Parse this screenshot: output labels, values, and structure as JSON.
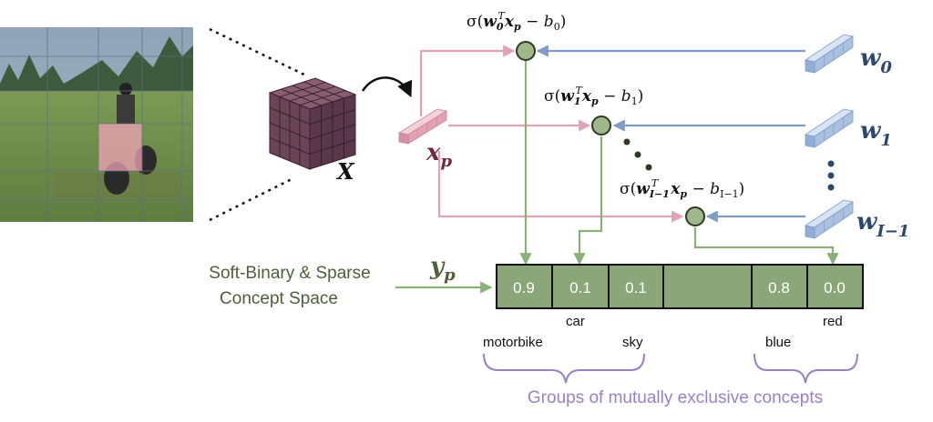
{
  "colors": {
    "pink": "#e2a2b4",
    "blue": "#7f9cc8",
    "green": "#8ab07a",
    "node_fill": "#9fb88a",
    "node_stroke": "#2d3a22",
    "cell_fill": "#8ba77a",
    "cube": "#6b4456",
    "navy": "#2c4770",
    "maroon": "#6b2a3d",
    "olive": "#4f5f3a",
    "purple": "#9b7fc7"
  },
  "image": {
    "description_icon": "motorbike-field-photo"
  },
  "labels": {
    "X": "X",
    "xp": "x",
    "xp_sub": "p",
    "yp": "y",
    "yp_sub": "p",
    "space_line1": "Soft-Binary & Sparse",
    "space_line2": "Concept Space",
    "groups_caption": "Groups of mutually exclusive concepts"
  },
  "weights": [
    {
      "name": "w",
      "sub": "0"
    },
    {
      "name": "w",
      "sub": "1"
    },
    {
      "name": "w",
      "sub": "I−1"
    }
  ],
  "formulas": [
    {
      "prefix": "σ(",
      "w": "w",
      "w_sub": "0",
      "sup": "T",
      "x": "x",
      "x_sub": "p",
      "minus": " − ",
      "b": "b",
      "b_sub": "0",
      "close": ")"
    },
    {
      "prefix": "σ(",
      "w": "w",
      "w_sub": "1",
      "sup": "T",
      "x": "x",
      "x_sub": "p",
      "minus": " − ",
      "b": "b",
      "b_sub": "1",
      "close": ")"
    },
    {
      "prefix": "σ(",
      "w": "w",
      "w_sub": "I−1",
      "sup": "T",
      "x": "x",
      "x_sub": "p",
      "minus": " − ",
      "b": "b",
      "b_sub": "I−1",
      "close": ")"
    }
  ],
  "cells": [
    {
      "value": "0.9"
    },
    {
      "value": "0.1"
    },
    {
      "value": "0.1"
    },
    {
      "value": ""
    },
    {
      "value": "0.8"
    },
    {
      "value": "0.0"
    }
  ],
  "concepts": {
    "car": "car",
    "red": "red",
    "motorbike": "motorbike",
    "sky": "sky",
    "blue": "blue"
  }
}
